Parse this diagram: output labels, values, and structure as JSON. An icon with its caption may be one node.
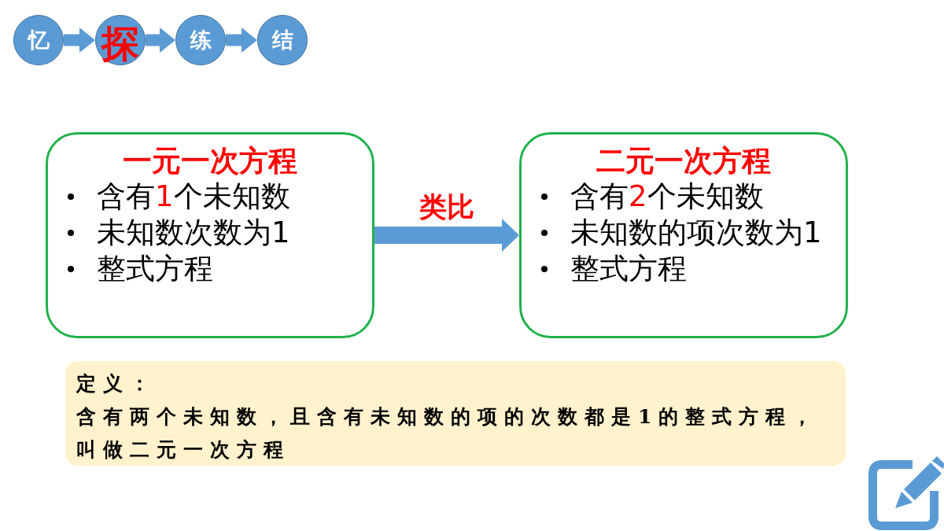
{
  "diagram": {
    "nodes": [
      {
        "text": [
          "忆"
        ]
      },
      {
        "text": [
          "探"
        ]
      },
      {
        "text": [
          "练"
        ]
      },
      {
        "text": [
          "结"
        ]
      },
      {
        "text": [
          "一元一次方程",
          "含有**1**个未知数",
          "未知数次数为1",
          "整式方程"
        ]
      },
      {
        "text": [
          "二元一次方程",
          "含有**2**个未知数",
          "未知数的项次数为1",
          "整式方程"
        ]
      },
      {
        "text": [
          "定义：",
          "含有两个未知数，且含有未知数的项的次数都是1的整式方程，叫做二元一次方程"
        ]
      }
    ],
    "edges": [
      {
        "from": 0,
        "to": 1,
        "arrow": "to"
      },
      {
        "from": 1,
        "to": 2,
        "arrow": "to"
      },
      {
        "from": 2,
        "to": 3,
        "arrow": "to"
      },
      {
        "from": 4,
        "to": 5,
        "arrow": "to",
        "label": "类比"
      }
    ]
  }
}
